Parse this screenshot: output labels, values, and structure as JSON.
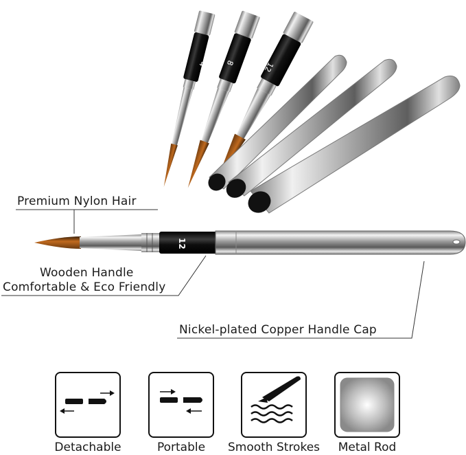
{
  "callouts": {
    "hair": "Premium Nylon Hair",
    "handle_line1": "Wooden Handle",
    "handle_line2": "Comfortable & Eco Friendly",
    "cap": "Nickel-plated Copper Handle Cap"
  },
  "brush_sizes": [
    "4",
    "8",
    "12"
  ],
  "main_brush_size": "12",
  "features": [
    {
      "label": "Detachable",
      "icon": "detachable-icon"
    },
    {
      "label": "Portable",
      "icon": "portable-icon"
    },
    {
      "label": "Smooth Strokes",
      "icon": "smooth-strokes-icon"
    },
    {
      "label": "Metal Rod",
      "icon": "metal-rod-icon"
    }
  ],
  "colors": {
    "hair": "#b8641c",
    "handle_black": "#141414",
    "chrome": "#c9c9c9",
    "text": "#1a1a1a"
  }
}
